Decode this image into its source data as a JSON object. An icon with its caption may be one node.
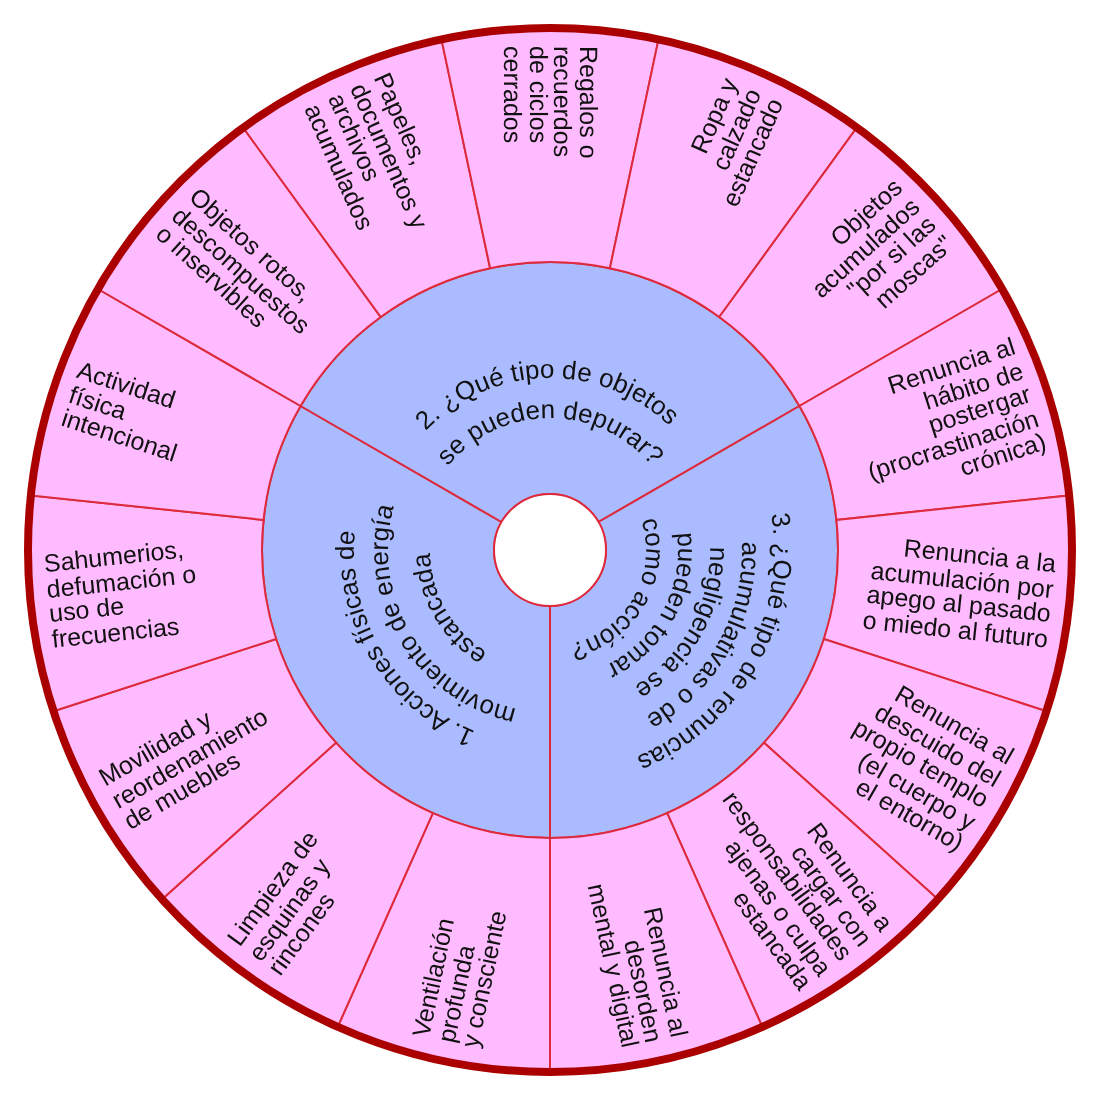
{
  "diagram": {
    "nodes": [
      {
        "text": [
          "1. Acciones físicas de movimiento de energía estancada"
        ]
      },
      {
        "text": [
          "Ventilación profunda y consciente"
        ]
      },
      {
        "text": [
          "Limpieza de esquinas y rincones"
        ]
      },
      {
        "text": [
          "Movilidad y reordenamiento de muebles"
        ]
      },
      {
        "text": [
          "Sahumerios, defumación o uso de frecuencias"
        ]
      },
      {
        "text": [
          "Actividad física intencional"
        ]
      },
      {
        "text": [
          "2. ¿Qué tipo de objetos se pueden depurar?"
        ]
      },
      {
        "text": [
          "Objetos rotos, descompuestos o inservibles"
        ]
      },
      {
        "text": [
          "Papeles, documentos y archivos acumulados"
        ]
      },
      {
        "text": [
          "Regalos o recuerdos de ciclos cerrados"
        ]
      },
      {
        "text": [
          "Ropa y calzado estancado"
        ]
      },
      {
        "text": [
          "Objetos acumulados \"por si las moscas\""
        ]
      },
      {
        "text": [
          "3. ¿Qué tipo de renuncias acumulativas o de negligencia se pueden tomar como acción?"
        ]
      },
      {
        "text": [
          "Renuncia al hábito de postergar (procrastinación crónica)"
        ]
      },
      {
        "text": [
          "Renuncia a la acumulación por apego al pasado o miedo al futuro"
        ]
      },
      {
        "text": [
          "Renuncia al descuido del propio templo (el cuerpo y el entorno)"
        ]
      },
      {
        "text": [
          "Renuncia a cargar con responsabilidades ajenas o culpa estancada"
        ]
      },
      {
        "text": [
          "Renuncia al desorden mental y digital"
        ]
      }
    ]
  }
}
